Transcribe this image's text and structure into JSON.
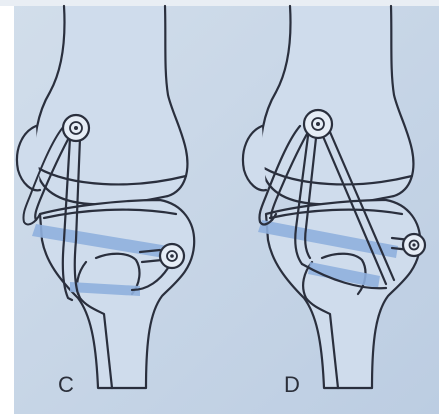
{
  "figure": {
    "background_color": "#c7d6e7",
    "bone_color": "#cfdcec",
    "line_color": "#2a2f3d",
    "band_color": "#8fb0de",
    "panels": [
      {
        "id": "C",
        "label": "C"
      },
      {
        "id": "D",
        "label": "D"
      }
    ]
  }
}
